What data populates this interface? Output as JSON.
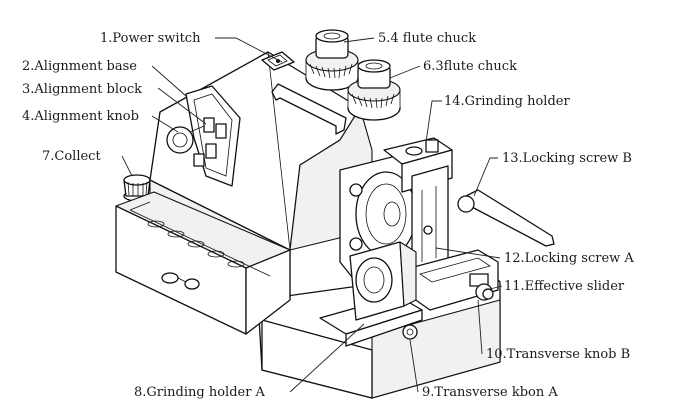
{
  "labels": {
    "l1": "1.Power switch",
    "l2": "2.Alignment base",
    "l3": "3.Alignment block",
    "l4": "4.Alignment knob",
    "l5": "5.4 flute chuck",
    "l6": "6.3flute chuck",
    "l7": "7.Collect",
    "l8": "8.Grinding holder A",
    "l9": "9.Transverse kbon A",
    "l10": "10.Transverse knob B",
    "l11": "11.Effective slider",
    "l12": "12.Locking screw A",
    "l13": "13.Locking screw B",
    "l14": "14.Grinding holder"
  }
}
